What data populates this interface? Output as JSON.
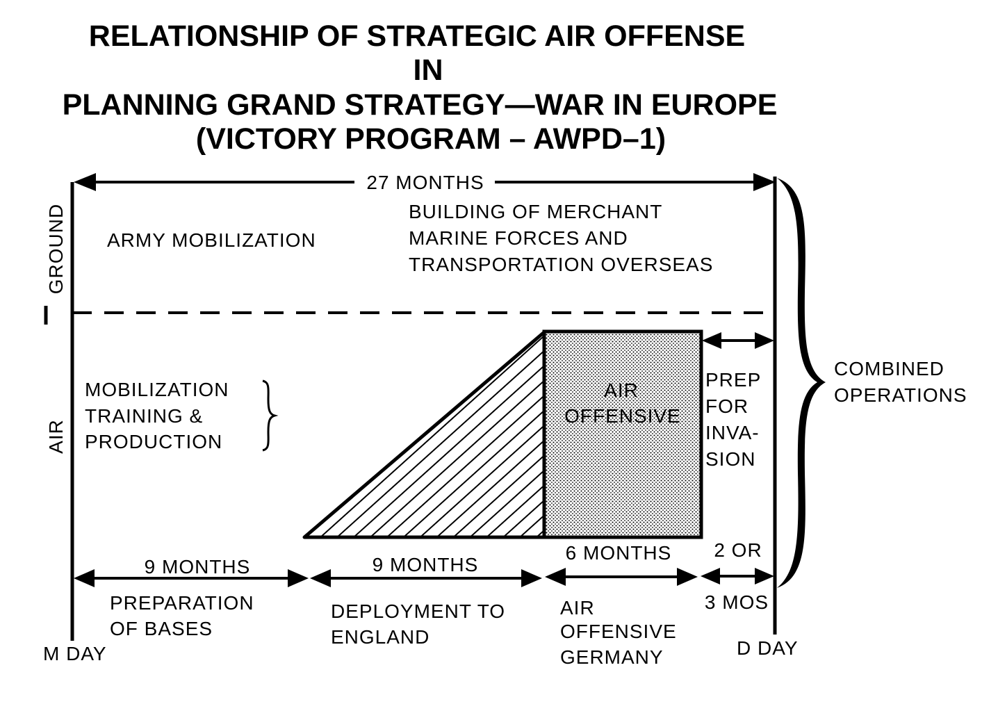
{
  "title": {
    "line1": "RELATIONSHIP OF STRATEGIC AIR OFFENSE",
    "line2": "IN",
    "line3": "PLANNING GRAND STRATEGY—WAR IN EUROPE",
    "line4": "(VICTORY PROGRAM – AWPD–1)"
  },
  "timeline": {
    "total_span": "27 MONTHS",
    "start_label": "M DAY",
    "end_label": "D DAY"
  },
  "rows": {
    "ground": "GROUND",
    "air": "AIR"
  },
  "ground_activities": {
    "army": "ARMY MOBILIZATION",
    "merchant": [
      "BUILDING OF MERCHANT",
      "MARINE FORCES AND",
      "TRANSPORTATION OVERSEAS"
    ]
  },
  "air_activities": {
    "mobilization": [
      "MOBILIZATION",
      "TRAINING &",
      "PRODUCTION"
    ],
    "air_offensive_block": [
      "AIR",
      "OFFENSIVE"
    ],
    "prep": [
      "PREP",
      "FOR",
      "INVA-",
      "SION"
    ]
  },
  "combined_operations": [
    "COMBINED",
    "OPERATIONS"
  ],
  "phases": [
    {
      "duration": "9 MONTHS",
      "description": [
        "PREPARATION",
        "OF BASES"
      ]
    },
    {
      "duration": "9 MONTHS",
      "description": [
        "DEPLOYMENT TO",
        "ENGLAND"
      ]
    },
    {
      "duration": "6 MONTHS",
      "description": [
        "AIR",
        "OFFENSIVE",
        "GERMANY"
      ]
    },
    {
      "duration_top": "2 OR",
      "duration_bottom": "3 MOS"
    }
  ]
}
